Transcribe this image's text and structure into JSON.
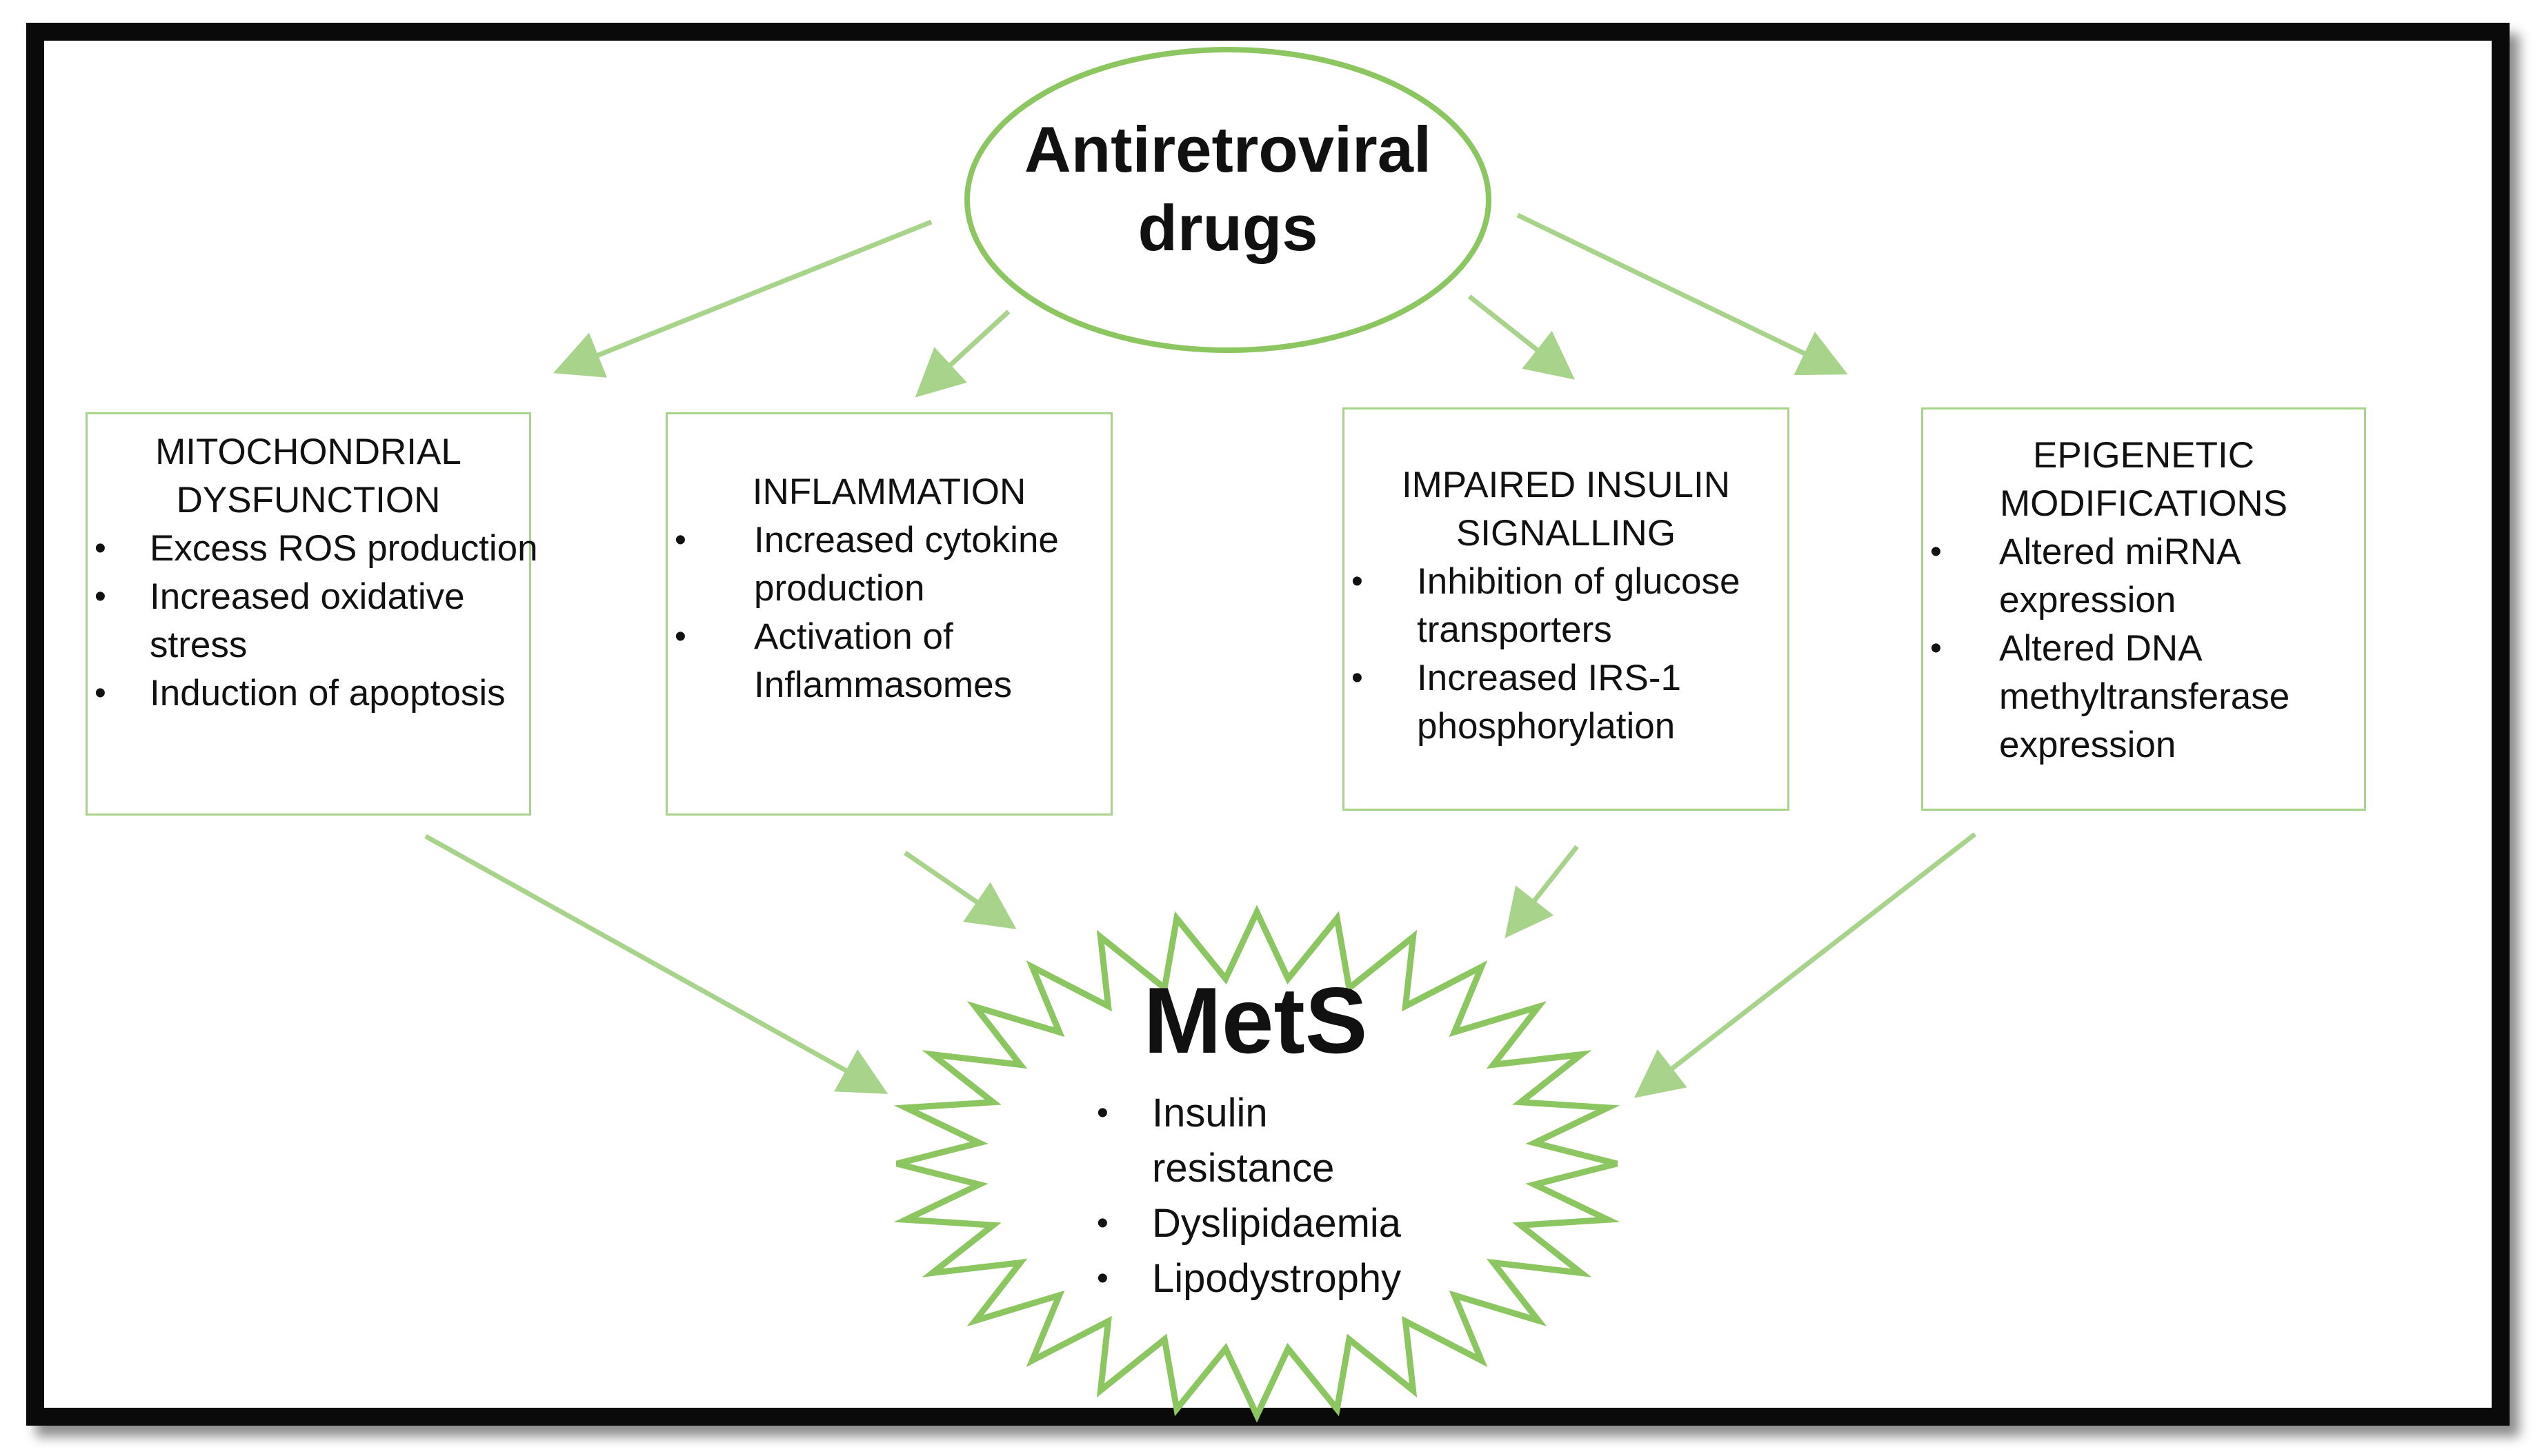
{
  "center_node": {
    "title": "Antiretroviral\ndrugs"
  },
  "mechanisms": [
    {
      "title": "MITOCHONDRIAL\nDYSFUNCTION",
      "items": [
        "Excess ROS production",
        "Increased oxidative stress",
        "Induction of apoptosis"
      ]
    },
    {
      "title": "INFLAMMATION",
      "items": [
        "Increased cytokine production",
        "Activation of Inflammasomes"
      ]
    },
    {
      "title": "IMPAIRED INSULIN\nSIGNALLING",
      "items": [
        "Inhibition of glucose transporters",
        "Increased IRS-1 phosphorylation"
      ]
    },
    {
      "title": "EPIGENETIC\nMODIFICATIONS",
      "items": [
        "Altered miRNA expression",
        "Altered DNA methyltransferase expression"
      ]
    }
  ],
  "outcome": {
    "title": "MetS",
    "items": [
      "Insulin resistance",
      "Dyslipidaemia",
      "Lipodystrophy"
    ]
  },
  "colors": {
    "accent_green": "#8cc660",
    "box_border": "#a8d38a",
    "arrow": "#a8d38a",
    "frame": "#0a0a0a"
  }
}
